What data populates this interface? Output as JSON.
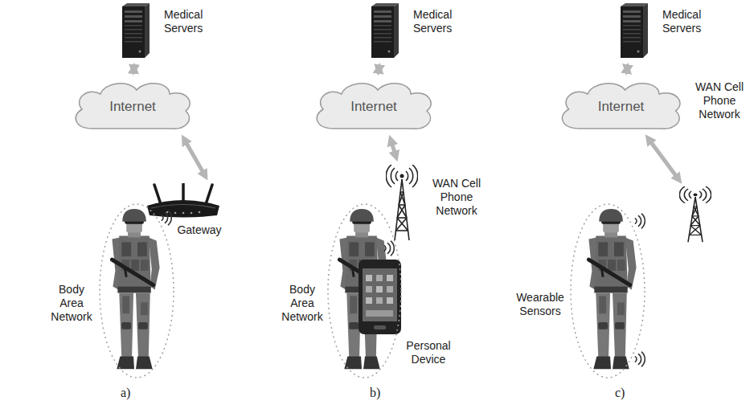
{
  "diagram": {
    "nodes": [
      {
        "text": [
          "Medical Servers"
        ]
      },
      {
        "text": [
          "Internet"
        ]
      },
      {
        "text": [
          "Gateway"
        ]
      },
      {
        "text": [
          "Body Area Network"
        ]
      },
      {
        "text": [
          "Medical Servers"
        ]
      },
      {
        "text": [
          "Internet"
        ]
      },
      {
        "text": [
          "WAN Cell Phone Network"
        ]
      },
      {
        "text": [
          "Body Area Network"
        ]
      },
      {
        "text": [
          "Personal Device"
        ]
      },
      {
        "text": [
          "Medical Servers"
        ]
      },
      {
        "text": [
          "Internet"
        ]
      },
      {
        "text": [
          "WAN Cell Phone Network"
        ]
      },
      {
        "text": [
          "Wearable Sensors"
        ]
      }
    ],
    "edges": [
      {
        "from": 0,
        "to": 1,
        "arrow": "both"
      },
      {
        "from": 1,
        "to": 2,
        "arrow": "both"
      },
      {
        "from": 4,
        "to": 5,
        "arrow": "both"
      },
      {
        "from": 5,
        "to": 6,
        "arrow": "both"
      },
      {
        "from": 9,
        "to": 10,
        "arrow": "both"
      },
      {
        "from": 10,
        "to": 11,
        "arrow": "both"
      }
    ],
    "labels": [
      "a)",
      "b)",
      "c)"
    ]
  }
}
